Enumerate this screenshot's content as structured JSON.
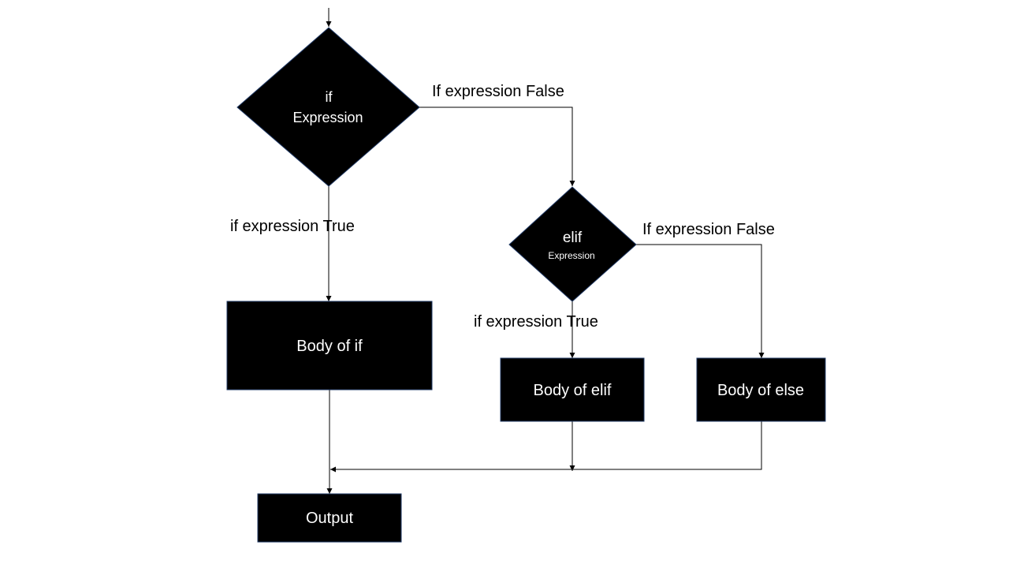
{
  "nodes": {
    "if_decision": {
      "line1": "if",
      "line2": "Expression"
    },
    "elif_decision": {
      "line1": "elif",
      "line2": "Expression"
    },
    "body_if": "Body of if",
    "body_elif": "Body of elif",
    "body_else": "Body of else",
    "output": "Output"
  },
  "edge_labels": {
    "if_false": "If expression False",
    "if_true": "if expression True",
    "elif_false": "If expression False",
    "elif_true": "if expression True"
  },
  "colors": {
    "shape_fill": "#000000",
    "shape_border": "#1f3864",
    "text_on_shape": "#ffffff",
    "connector": "#000000"
  }
}
